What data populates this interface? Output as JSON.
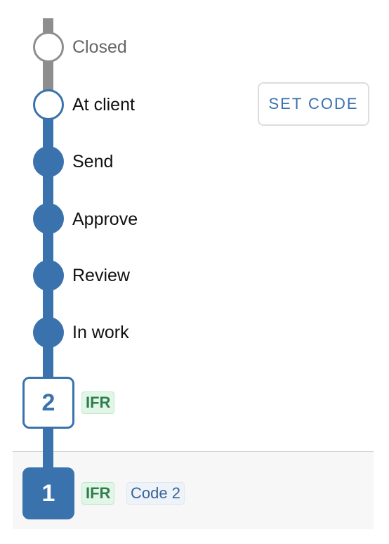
{
  "colors": {
    "accent": "#3a72ad",
    "inactive": "#8e8e8e",
    "status_badge_bg": "#e2f6e8",
    "status_badge_text": "#2f7d4c",
    "code_badge_bg": "#eef3fa",
    "code_badge_text": "#3a6396"
  },
  "workflow": {
    "steps": [
      {
        "label": "Closed",
        "state": "inactive",
        "icon": "hollow-gray-circle-icon"
      },
      {
        "label": "At client",
        "state": "current",
        "icon": "hollow-blue-circle-icon"
      },
      {
        "label": "Send",
        "state": "done",
        "icon": "filled-blue-circle-icon"
      },
      {
        "label": "Approve",
        "state": "done",
        "icon": "filled-blue-circle-icon"
      },
      {
        "label": "Review",
        "state": "done",
        "icon": "filled-blue-circle-icon"
      },
      {
        "label": "In work",
        "state": "done",
        "icon": "filled-blue-circle-icon"
      }
    ],
    "set_code_label": "SET CODE"
  },
  "revisions": [
    {
      "number": "2",
      "status": "IFR",
      "code": ""
    },
    {
      "number": "1",
      "status": "IFR",
      "code": "Code 2"
    }
  ]
}
